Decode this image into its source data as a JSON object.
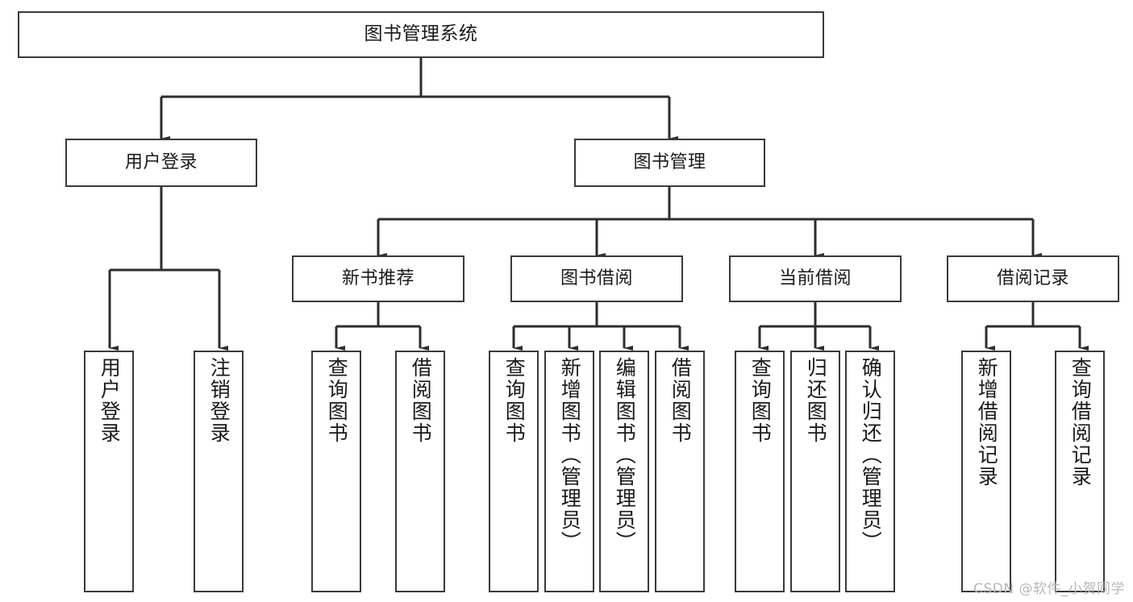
{
  "diagram": {
    "type": "tree",
    "title": "图书管理系统",
    "orientation": "top-down",
    "line_color": "#3a3a3a",
    "box_fill": "#ffffff",
    "text_color": "#1a1a1a"
  },
  "root": {
    "label": "图书管理系统"
  },
  "level1": [
    {
      "label": "用户登录"
    },
    {
      "label": "图书管理"
    }
  ],
  "level2": [
    {
      "label": "新书推荐"
    },
    {
      "label": "图书借阅"
    },
    {
      "label": "当前借阅"
    },
    {
      "label": "借阅记录"
    }
  ],
  "leaves": {
    "user_login": [
      {
        "label": "用户登录"
      },
      {
        "label": "注销登录"
      }
    ],
    "new_book_recommend": [
      {
        "label": "查询图书"
      },
      {
        "label": "借阅图书"
      }
    ],
    "book_borrow": [
      {
        "label": "查询图书"
      },
      {
        "label": "新增图书（管理员）"
      },
      {
        "label": "编辑图书（管理员）"
      },
      {
        "label": "借阅图书"
      }
    ],
    "current_borrow": [
      {
        "label": "查询图书"
      },
      {
        "label": "归还图书"
      },
      {
        "label": "确认归还（管理员）"
      }
    ],
    "borrow_record": [
      {
        "label": "新增借阅记录"
      },
      {
        "label": "查询借阅记录"
      }
    ]
  },
  "watermark": {
    "text": "CSDN @软件_小贺同学"
  }
}
